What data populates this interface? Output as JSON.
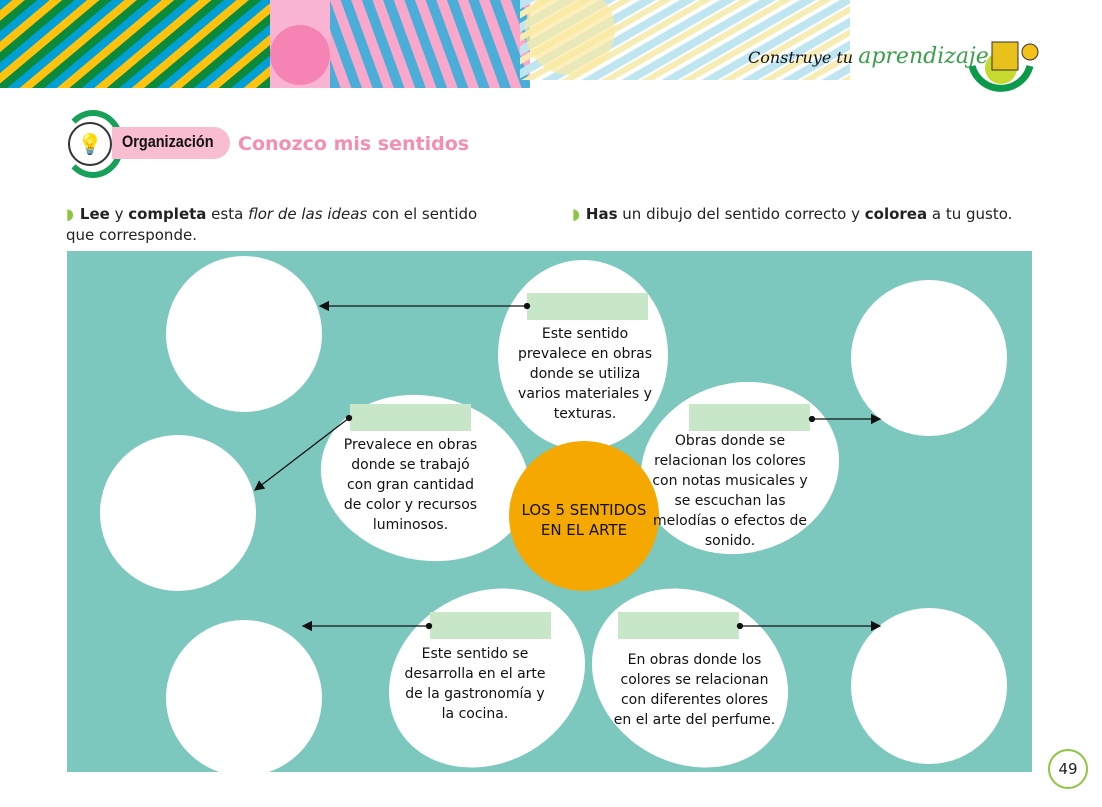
{
  "header": {
    "brand_prefix": "Construye tu",
    "brand_word": "aprendizaje"
  },
  "section": {
    "badge": "Organización",
    "title": "Conozco mis sentidos"
  },
  "instructions": {
    "left": {
      "b1": "Lee",
      "t1": " y ",
      "b2": "completa",
      "t2": " esta ",
      "i1": "flor de las ideas",
      "t3": " con el sentido que corresponde."
    },
    "right": {
      "b1": "Has",
      "t1": " un dibujo del sentido correcto y ",
      "b2": "colorea",
      "t2": " a tu gusto."
    }
  },
  "flower": {
    "center": "LOS 5 SENTIDOS EN EL ARTE",
    "petals": [
      "Este sentido prevalece en obras donde se utiliza varios materiales y texturas.",
      "Prevalece en obras donde se trabajó con gran cantidad de color y recursos luminosos.",
      "Obras donde se relacionan los colores con notas musicales y se escuchan las melodías o efectos de sonido.",
      "Este sentido se desarrolla en el arte de la gastronomía y la cocina.",
      "En obras donde los colores se relacionan con diferentes olores en el arte del perfume."
    ]
  },
  "colors": {
    "panel": "#7dc8be",
    "center": "#f5a800",
    "answer_box": "#c8e6c8",
    "pink": "#f48fb1"
  },
  "page_number": "49"
}
